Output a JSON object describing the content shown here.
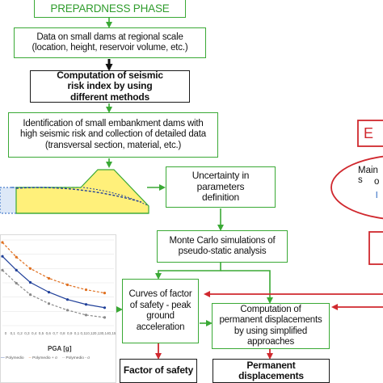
{
  "preparedness": {
    "title": "PREPARDNESS PHASE",
    "data_box": "Data on small dams at regional scale (location, height, reservoir volume, etc.)",
    "risk_index_box": "Computation of seismic risk index by using different methods",
    "identification_box": "Identification of small embankment dams with high seismic risk and collection of detailed data (transversal section, material, etc.)",
    "uncertainty_box": "Uncertainty in parameters definition",
    "monte_carlo_box": "Monte Carlo simulations of pseudo-static analysis",
    "curves_box": "Curves of factor of safety - peak ground acceleration",
    "permanent_box": "Computation of permanent displacements by using simplified approaches",
    "factor_output": "Factor of safety",
    "displacement_output": "Permanent displacements"
  },
  "right_panel": {
    "red_label_fragment": "E",
    "ellipse_line1": "Main s",
    "ellipse_line2": "o",
    "ellipse_line3": "l"
  },
  "chart": {
    "x_axis_label": "PGA [g]",
    "x_ticks": [
      "0",
      "0,1",
      "0,2",
      "0,3",
      "0,4",
      "0,5",
      "0,6",
      "0,7",
      "0,8",
      "0,9",
      "0,1",
      "0,11",
      "0,12",
      "0,13",
      "0,14",
      "0,15"
    ],
    "legend": [
      "Polymedio",
      "Polymedio + σ",
      "Polymedio - σ"
    ]
  },
  "colors": {
    "green": "#3aa935",
    "red": "#d0282e",
    "water": "#1f5fbf",
    "embankment": "#fff07a"
  },
  "chart_data": {
    "type": "line",
    "xlabel": "PGA [g]",
    "series": [
      {
        "name": "Polymedio",
        "color": "#1f3f99",
        "values": [
          1.45,
          1.28,
          1.13,
          1.01,
          0.92,
          0.86,
          0.82
        ]
      },
      {
        "name": "Polymedio + σ",
        "color": "#e07020",
        "values": [
          1.62,
          1.44,
          1.3,
          1.18,
          1.1,
          1.04,
          1.0
        ]
      },
      {
        "name": "Polymedio - σ",
        "color": "#8a8a8a",
        "values": [
          1.28,
          1.12,
          0.98,
          0.87,
          0.79,
          0.73,
          0.7
        ]
      }
    ],
    "x": [
      0.0,
      0.015,
      0.03,
      0.05,
      0.07,
      0.09,
      0.11
    ]
  }
}
